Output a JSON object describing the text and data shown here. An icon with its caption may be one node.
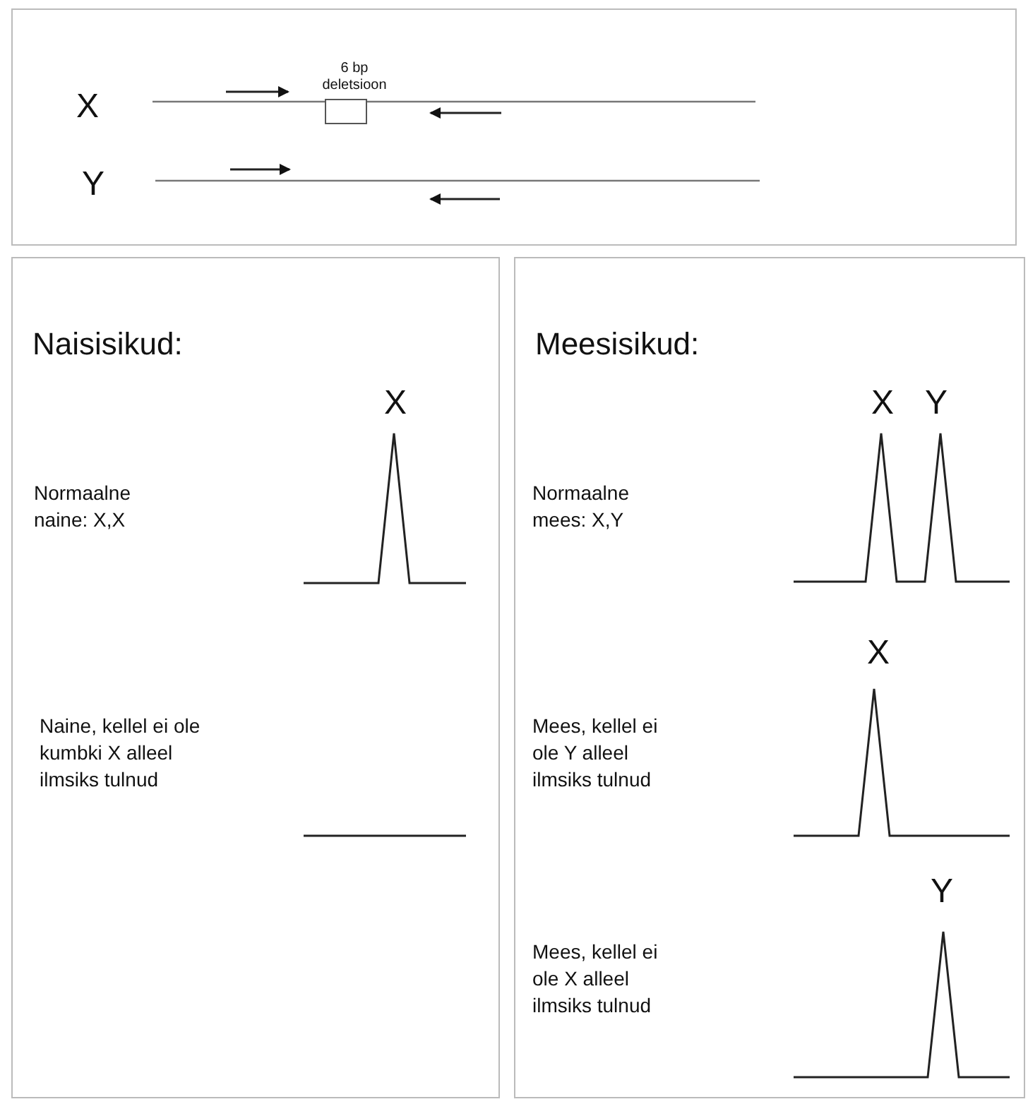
{
  "diagram": {
    "nodes": [
      {
        "text": [],
        "shape": "box"
      },
      {
        "text": [
          "6 bp deletsioon"
        ],
        "in": 0
      },
      {
        "text": [
          "Naisisikud:"
        ]
      },
      {
        "text": [
          "Meesisikud:"
        ]
      }
    ],
    "edges": [],
    "labels": [
      "X",
      "Y",
      "X",
      "Normaalne naine: X,X",
      "Naine, kellel ei ole kumbki X alleel ilmsiks tulnud",
      "X",
      "Y",
      "Normaalne mees: X,Y",
      "X",
      "Mees, kellel ei ole Y alleel ilmsiks tulnud",
      "Y",
      "Mees, kellel ei ole X alleel ilmsiks tulnud"
    ]
  }
}
